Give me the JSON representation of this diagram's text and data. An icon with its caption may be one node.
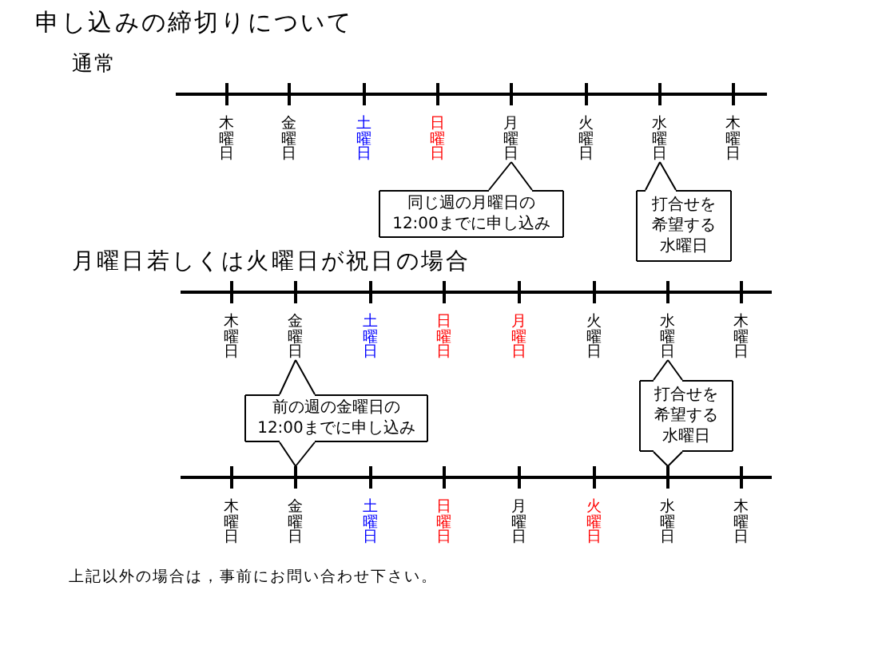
{
  "diagram": {
    "title": "申し込みの締切りについて",
    "nodes": [
      {
        "text": [
          "木曜日"
        ]
      },
      {
        "text": [
          "金曜日"
        ]
      },
      {
        "text": [
          "土曜日"
        ]
      },
      {
        "text": [
          "日曜日"
        ]
      },
      {
        "text": [
          "月曜日"
        ]
      },
      {
        "text": [
          "火曜日"
        ]
      },
      {
        "text": [
          "水曜日"
        ]
      },
      {
        "text": [
          "木曜日"
        ]
      },
      {
        "text": [
          "同じ週の月曜日の12:00までに申し込み"
        ]
      },
      {
        "text": [
          "打合せを希望する水曜日"
        ]
      },
      {
        "text": [
          "木曜日"
        ]
      },
      {
        "text": [
          "金曜日"
        ]
      },
      {
        "text": [
          "土曜日"
        ]
      },
      {
        "text": [
          "日曜日"
        ]
      },
      {
        "text": [
          "月曜日"
        ]
      },
      {
        "text": [
          "火曜日"
        ]
      },
      {
        "text": [
          "水曜日"
        ]
      },
      {
        "text": [
          "木曜日"
        ]
      },
      {
        "text": [
          "前の週の金曜日の12:00までに申し込み"
        ]
      },
      {
        "text": [
          "打合せを希望する水曜日"
        ]
      },
      {
        "text": [
          "木曜日"
        ]
      },
      {
        "text": [
          "金曜日"
        ]
      },
      {
        "text": [
          "土曜日"
        ]
      },
      {
        "text": [
          "日曜日"
        ]
      },
      {
        "text": [
          "月曜日"
        ]
      },
      {
        "text": [
          "火曜日"
        ]
      },
      {
        "text": [
          "水曜日"
        ]
      },
      {
        "text": [
          "木曜日"
        ]
      }
    ],
    "edges": [
      {
        "from": 8,
        "to": 4,
        "arrow": "none"
      },
      {
        "from": 9,
        "to": 6,
        "arrow": "none"
      },
      {
        "from": 18,
        "to": 11,
        "arrow": "none"
      },
      {
        "from": 18,
        "to": 21,
        "arrow": "none"
      },
      {
        "from": 19,
        "to": 16,
        "arrow": "none"
      },
      {
        "from": 19,
        "to": 26,
        "arrow": "none"
      }
    ],
    "labels": [
      "通常",
      "月曜日若しくは火曜日が祝日の場合",
      "上記以外の場合は，事前にお問い合わせ下さい。"
    ]
  }
}
